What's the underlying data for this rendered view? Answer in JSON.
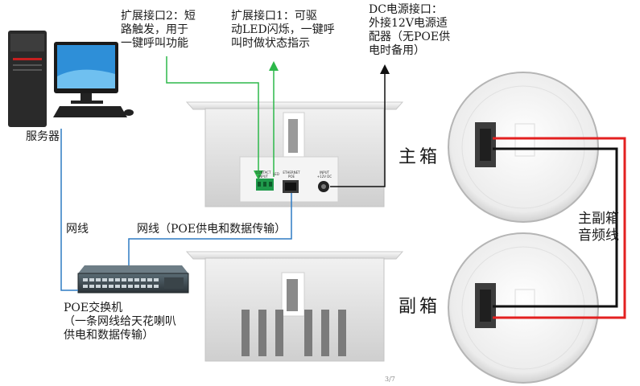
{
  "labels": {
    "server": "服务器",
    "ext2": "扩展接口2：短\n路触发，用于\n一键呼叫功能",
    "ext1": "扩展接口1：可驱\n动LED闪烁，一键呼\n叫时做状态指示",
    "dc": "DC电源接口：\n外接12V电源适\n配器（无POE供\n电时备用）",
    "main_box": "主箱",
    "sub_box": "副箱",
    "audio_line": "主副箱\n音频线",
    "cable": "网线",
    "cable_poe": "网线（POE供电和数据传输）",
    "poe_switch": "POE交换机\n（一条网线给天花喇叭\n供电和数据传输）",
    "page_num": "3/7"
  },
  "port_labels": {
    "contact": "CONTACT\nINPUT",
    "led": "LED",
    "ethernet": "ETHERNET\nPOE",
    "input": "INPUT\n+12V DC"
  },
  "colors": {
    "green_line": "#2db84a",
    "black_line": "#111111",
    "blue_line": "#2e7bc4",
    "red_wire": "#e32020"
  }
}
